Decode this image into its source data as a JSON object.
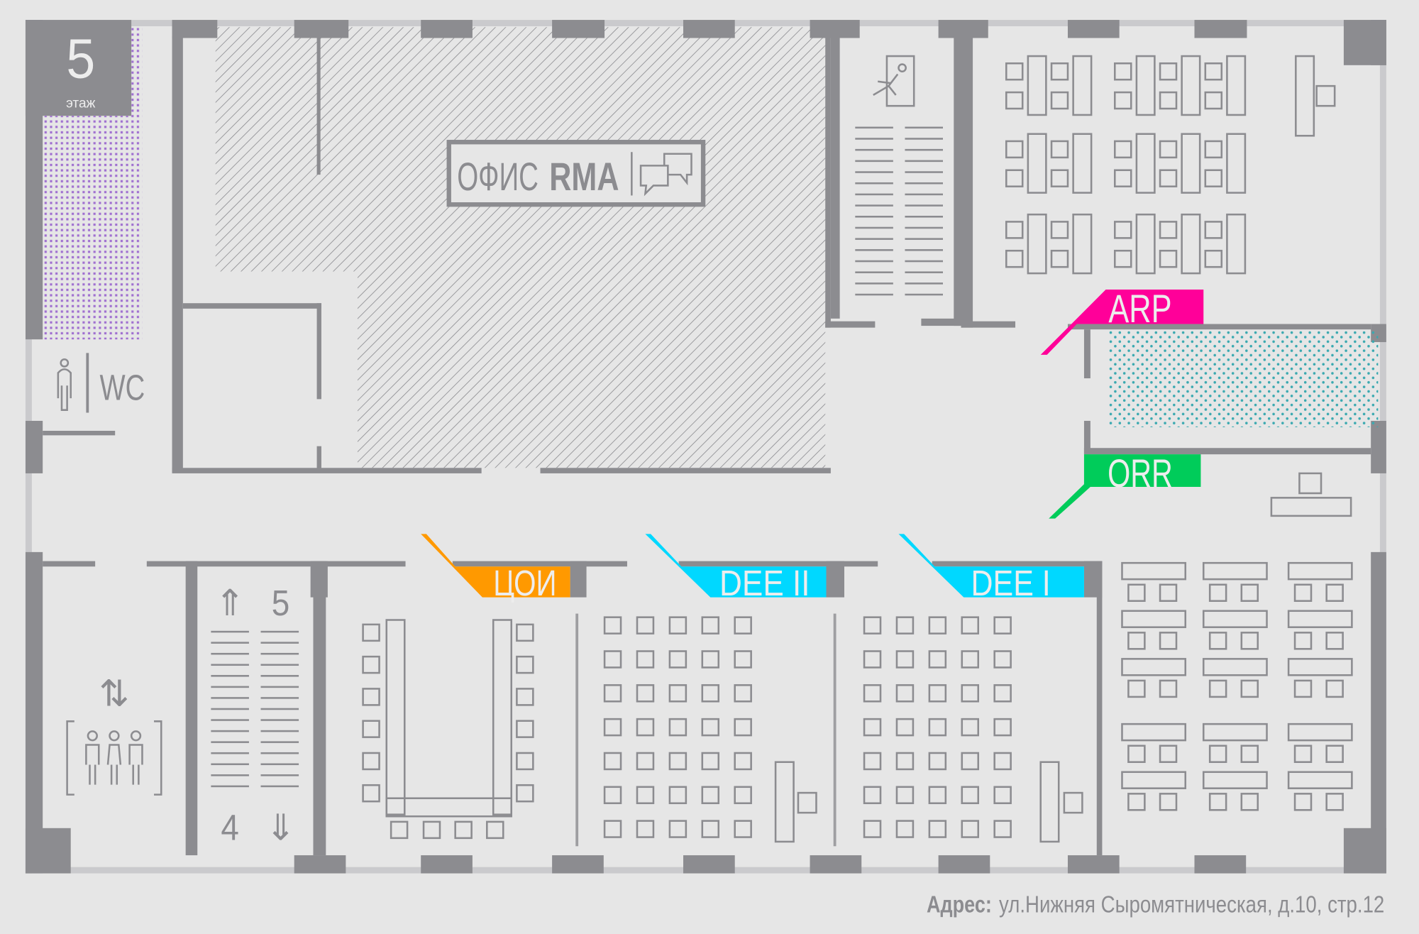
{
  "floor": {
    "number": "5",
    "label": "этаж"
  },
  "office_sign": {
    "prefix": "ОФИС",
    "name": "RMA",
    "icon": "chat-bubbles-icon"
  },
  "wc": {
    "label": "WC",
    "icon": "person-icon"
  },
  "rooms": [
    {
      "id": "arp",
      "label": "ARP",
      "color": "#ff0099"
    },
    {
      "id": "orr",
      "label": "ORR",
      "color": "#00cc5a"
    },
    {
      "id": "coi",
      "label": "ЦОИ",
      "color": "#ff9900"
    },
    {
      "id": "dee2",
      "label": "DEE II",
      "color": "#00d8ff"
    },
    {
      "id": "dee1",
      "label": "DEE I",
      "color": "#00d8ff"
    }
  ],
  "stairs": {
    "up_floor": "5",
    "down_floor": "4"
  },
  "address": {
    "label": "Адрес:",
    "value": "ул.Нижняя Сыромятническая, д.10, стр.12"
  },
  "colors": {
    "wall": "#8c8c90",
    "background": "#e6e6e6",
    "wc_zone": "#9966cc",
    "dotted_zone": "#3aa9b0"
  }
}
